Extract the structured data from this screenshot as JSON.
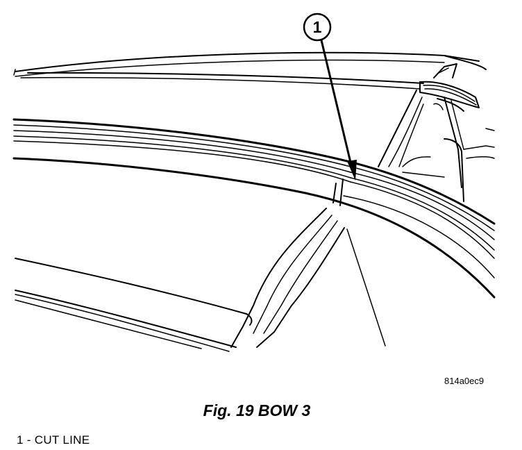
{
  "callouts": [
    {
      "number": "1"
    }
  ],
  "figure": {
    "code": "814a0ec9",
    "caption": "Fig. 19 BOW 3"
  },
  "legend": [
    {
      "number": "1",
      "separator": " - ",
      "text": "CUT LINE"
    }
  ]
}
